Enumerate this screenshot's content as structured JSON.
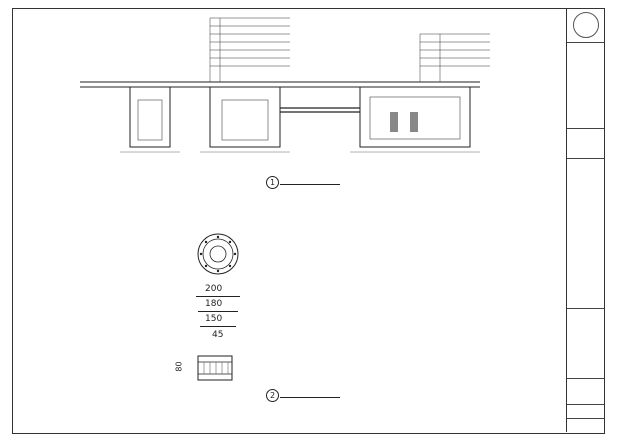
{
  "watermark": {
    "top": "",
    "bottom": "",
    "left": "",
    "right": ""
  },
  "section1": {
    "number": "1",
    "title": "",
    "scale": ""
  },
  "section2": {
    "number": "2",
    "title": "",
    "scale": ""
  },
  "lamp_dims": [
    "200",
    "180",
    "150",
    "45",
    "80"
  ],
  "spec_lines": [
    "",
    "",
    "",
    "",
    "",
    "",
    "",
    "",
    "",
    "",
    "",
    "",
    "",
    "",
    "",
    ""
  ],
  "callouts_left": [
    "",
    "",
    "",
    "",
    "",
    "",
    "",
    "",
    ""
  ],
  "callouts_right": [
    "",
    "",
    "",
    "",
    "",
    "",
    "",
    "",
    ""
  ],
  "title_block_rows": [
    "",
    "",
    "",
    "",
    "",
    "",
    "",
    "",
    "",
    ""
  ]
}
